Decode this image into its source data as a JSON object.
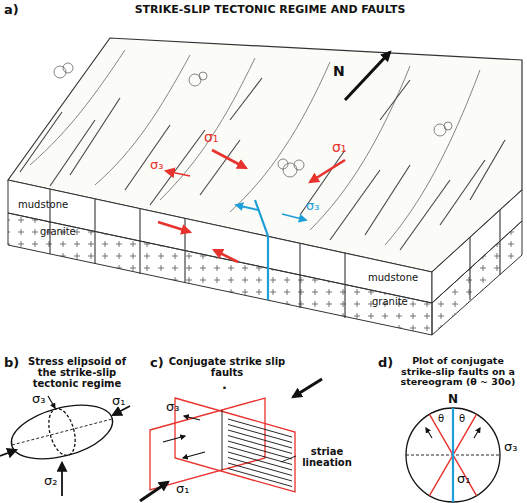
{
  "diagram": {
    "title": "STRIKE-SLIP TECTONIC REGIME AND FAULTS",
    "labels": [
      "a)",
      "N",
      "σ₁",
      "σ₁",
      "σ₃",
      "σ₃",
      "mudstone",
      "granite",
      "mudstone",
      "granite",
      "b)",
      "Stress elipsoid of the strike-slip tectonic regime",
      "σ₃",
      "σ₁",
      "σ₂",
      ".",
      "c)",
      "Conjugate strike slip faults",
      "σ₃",
      "σ₁",
      "striae lineation",
      "d)",
      "Plot of conjugate strike-slip faults on a stereogram (θ ~ 30o)",
      "N",
      "θ",
      "θ",
      "σ₃",
      "σ₁"
    ]
  }
}
